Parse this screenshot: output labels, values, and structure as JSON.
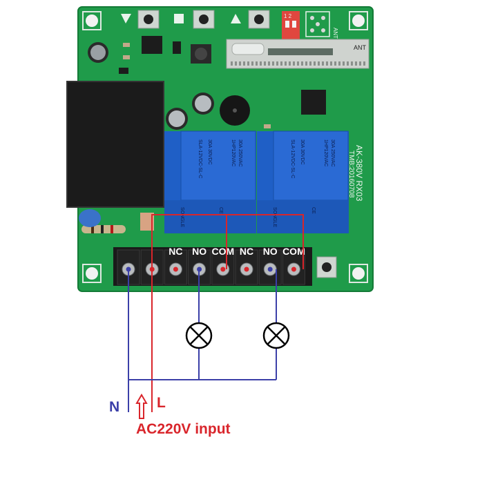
{
  "board": {
    "model_line1": "AK-380V RX03",
    "model_line2": "TMB:20160708",
    "antenna_label": "ANT",
    "dip_label": "1 2"
  },
  "relays": [
    {
      "model": "SLA-12VDC-SL-C",
      "rating_ac": "30A 250VAC",
      "rating_dc": "30A 30VDC",
      "hp_rating": "1HP120VAC",
      "brand": "SONGLE",
      "cert": "CE"
    },
    {
      "model": "SLA-12VDC-SL-C",
      "rating_ac": "30A 250VAC",
      "rating_dc": "30A 30VDC",
      "hp_rating": "1HP120VAC",
      "brand": "SONGLE",
      "cert": "CE"
    }
  ],
  "terminals": [
    "",
    "",
    "NC",
    "NO",
    "COM",
    "NC",
    "NO",
    "COM"
  ],
  "wiring": {
    "neutral_label": "N",
    "live_label": "L",
    "input_label": "AC220V input"
  },
  "colors": {
    "pcb": "#1f9b4a",
    "terminal_block": "#1a1a1a",
    "relay": "#1f5fc6",
    "neutral_wire": "#3b3fa8",
    "live_wire": "#d9252b",
    "label_red": "#d9252b",
    "label_blue": "#3b3fa8"
  }
}
